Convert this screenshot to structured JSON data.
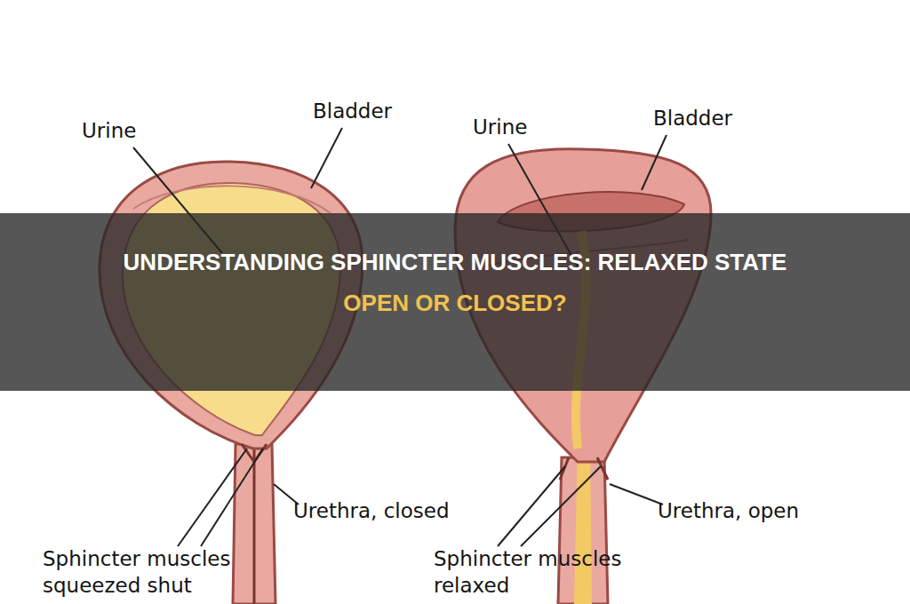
{
  "diagram": {
    "title": "UNDERSTANDING SPHINCTER MUSCLES: RELAXED STATE OPEN OR CLOSED?",
    "labels": [
      "Urine",
      "Bladder",
      "Urethra, closed",
      "Sphincter muscles squeezed shut",
      "Urine",
      "Bladder",
      "Urethra, open",
      "Sphincter muscles relaxed"
    ]
  }
}
